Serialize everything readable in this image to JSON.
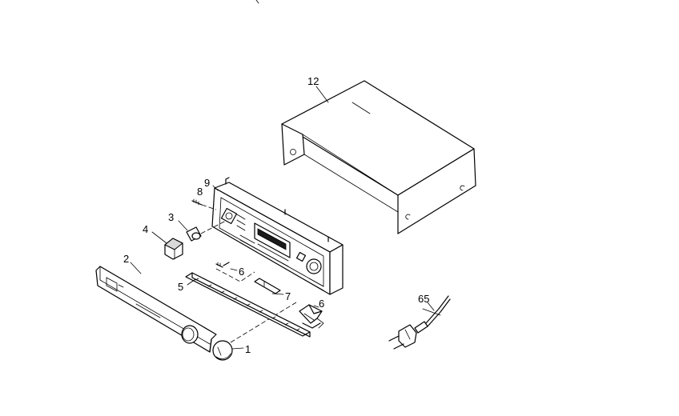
{
  "callouts": {
    "p1": "1",
    "p2": "2",
    "p3": "3",
    "p4": "4",
    "p5": "5",
    "p6a": "6",
    "p6b": "6",
    "p7": "7",
    "p8": "8",
    "p9": "9",
    "p12": "12",
    "p65": "65"
  },
  "colors": {
    "line": "#000000",
    "background": "#ffffff"
  }
}
